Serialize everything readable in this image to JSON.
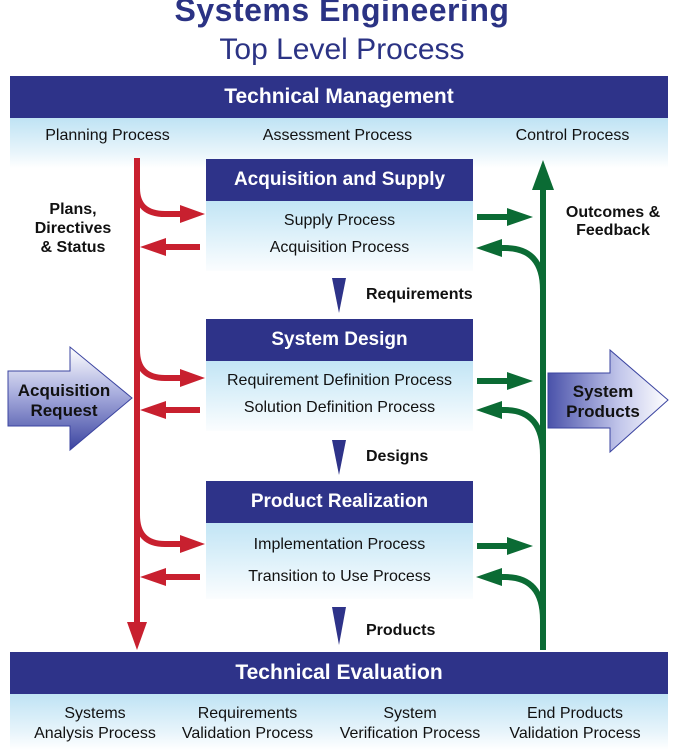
{
  "title": {
    "line1": "Systems Engineering",
    "line2": "Top Level Process"
  },
  "technical_management": {
    "label": "Technical Management",
    "processes": [
      "Planning Process",
      "Assessment Process",
      "Control Process"
    ]
  },
  "side_labels": {
    "plans": [
      "Plans,",
      "Directives",
      "& Status"
    ],
    "outcomes": [
      "Outcomes &",
      "Feedback"
    ]
  },
  "acquisition_request": [
    "Acquisition",
    "Request"
  ],
  "system_products": [
    "System",
    "Products"
  ],
  "groups": [
    {
      "header": "Acquisition and Supply",
      "processes": [
        "Supply Process",
        "Acquisition Process"
      ],
      "output": "Requirements"
    },
    {
      "header": "System Design",
      "processes": [
        "Requirement Definition Process",
        "Solution Definition Process"
      ],
      "output": "Designs"
    },
    {
      "header": "Product Realization",
      "processes": [
        "Implementation Process",
        "Transition to Use Process"
      ],
      "output": "Products"
    }
  ],
  "technical_evaluation": {
    "label": "Technical Evaluation",
    "processes": [
      [
        "Systems",
        "Analysis Process"
      ],
      [
        "Requirements",
        "Validation Process"
      ],
      [
        "System",
        "Verification Process"
      ],
      [
        "End Products",
        "Validation Process"
      ]
    ]
  },
  "colors": {
    "navy": "#2e3389",
    "red": "#c8202f",
    "green": "#0b6b34",
    "light_blue": "#c2e5f5"
  }
}
